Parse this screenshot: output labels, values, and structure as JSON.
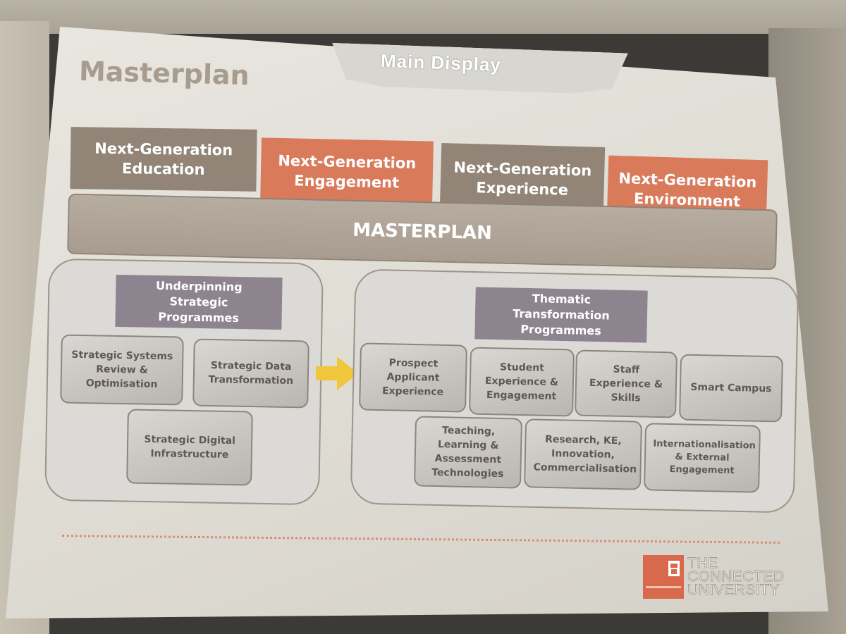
{
  "projection_tab": {
    "label": "Main Display"
  },
  "slide": {
    "title": "Masterplan",
    "pillars": [
      {
        "label": "Next-Generation Education",
        "tone": "grey"
      },
      {
        "label": "Next-Generation Engagement",
        "tone": "orange"
      },
      {
        "label": "Next-Generation Experience",
        "tone": "grey"
      },
      {
        "label": "Next-Generation Environment",
        "tone": "orange"
      }
    ],
    "banner": "MASTERPLAN",
    "underpinning": {
      "header": "Underpinning Strategic Programmes",
      "items": [
        "Strategic Systems Review & Optimisation",
        "Strategic Data Transformation",
        "Strategic Digital Infrastructure"
      ]
    },
    "thematic": {
      "header": "Thematic Transformation Programmes",
      "items": [
        "Prospect Applicant Experience",
        "Student Experience & Engagement",
        "Staff Experience & Skills",
        "Smart Campus",
        "Teaching, Learning & Assessment Technologies",
        "Research, KE, Innovation, Commercialisation",
        "Internationalisation & External Engagement"
      ]
    },
    "logo": {
      "lines": [
        "THE",
        "CONNECTED",
        "UNIVERSITY"
      ]
    }
  },
  "colors": {
    "grey_pillar": "#928477",
    "orange_pillar": "#d97a5b",
    "arrow": "#f0c63c"
  }
}
